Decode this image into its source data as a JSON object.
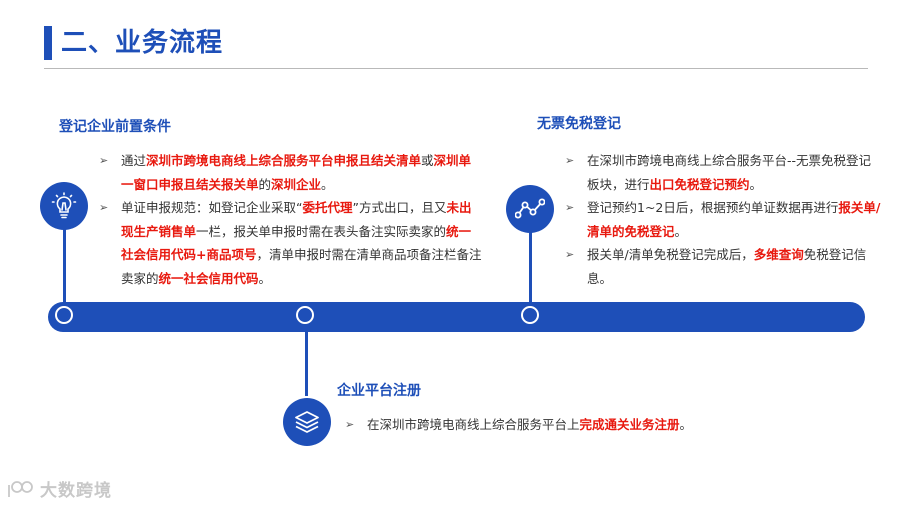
{
  "page": {
    "title": "二、业务流程"
  },
  "sections": {
    "prereq": {
      "heading": "登记企业前置条件",
      "b1": {
        "p1": "通过",
        "r1": "深圳市跨境电商线上综合服务平台申报且结关清单",
        "p2": "或",
        "r2": "深圳单一窗口申报且结关报关单",
        "p3": "的",
        "r3": "深圳企业",
        "p4": "。"
      },
      "b2": {
        "p1": "单证申报规范：如登记企业采取“",
        "r1": "委托代理",
        "p2": "”方式出口，且又",
        "r2": "未出现生产销售单",
        "p3": "一栏，报关单申报时需在表头备注实际卖家的",
        "r3": "统一社会信用代码+商品项号",
        "p4": "，清单申报时需在清单商品项备注栏备注卖家的",
        "r4": "统一社会信用代码",
        "p5": "。"
      }
    },
    "register": {
      "heading": "无票免税登记",
      "b1": {
        "p1": "在深圳市跨境电商线上综合服务平台--无票免税登记板块，进行",
        "r1": "出口免税登记预约",
        "p2": "。"
      },
      "b2": {
        "p1": "登记预约1~2日后，根据预约单证数据再进行",
        "r1": "报关单/清单的免税登记",
        "p2": "。"
      },
      "b3": {
        "p1": "报关单/清单免税登记完成后，",
        "r1": "多维查询",
        "p2": "免税登记信息。"
      }
    },
    "platform": {
      "heading": "企业平台注册",
      "b1": {
        "p1": "在深圳市跨境电商线上综合服务平台上",
        "r1": "完成通关业务注册",
        "p2": "。"
      }
    }
  },
  "icons": {
    "prereq": "lightbulb-icon",
    "register": "line-chart-icon",
    "platform": "layers-icon",
    "bullet": "arrow-bullet-icon"
  },
  "watermark": {
    "text": "大数跨境"
  },
  "colors": {
    "primary": "#1e4fb8",
    "highlight": "#e8190f"
  }
}
